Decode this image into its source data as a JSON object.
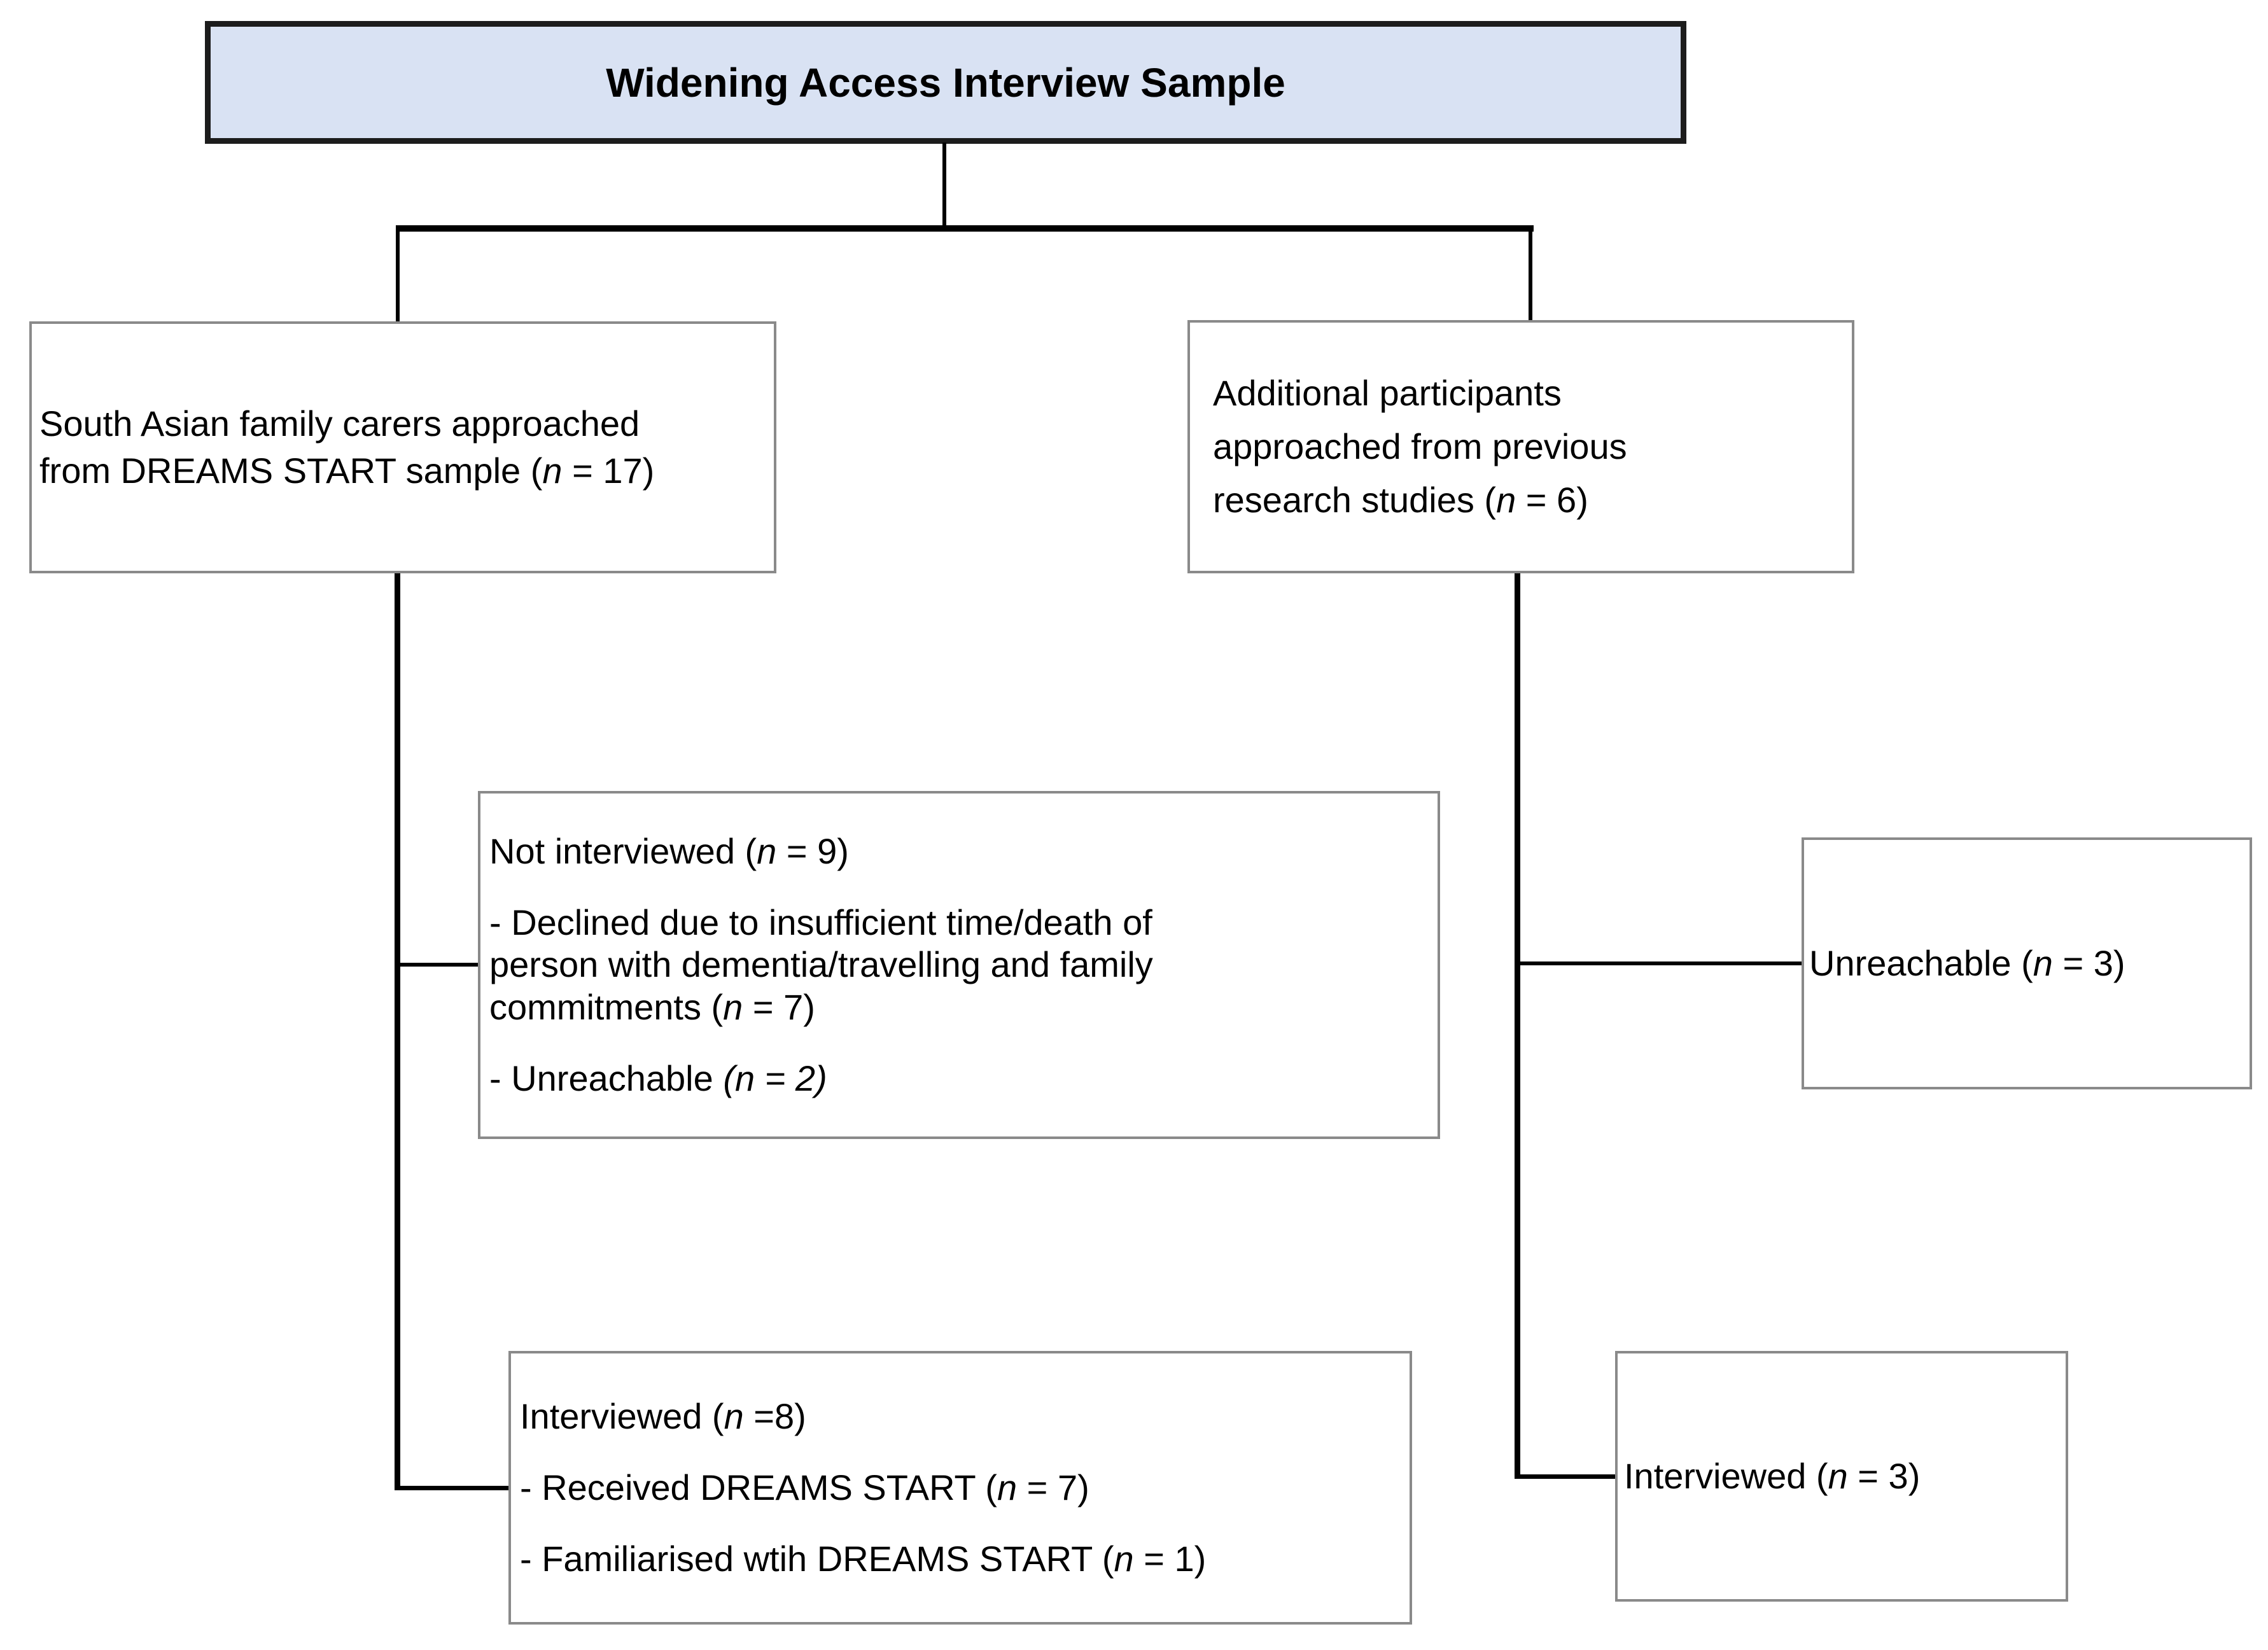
{
  "figure": {
    "title": "Widening Access Interview Sample"
  },
  "colors": {
    "title_fill": "#d9e2f3",
    "title_border": "#1c1c1c",
    "node_border": "#8a8a8a",
    "connector": "#000000",
    "text": "#000000",
    "background": "#ffffff"
  },
  "nodes": {
    "dreams_source": {
      "plain": "South Asian family carers approached from DREAMS START sample (n = 17)",
      "paras": [
        [
          [
            {
              "t": "South Asian family carers approached"
            }
          ],
          [
            {
              "t": "from DREAMS START sample ("
            },
            {
              "t": "n",
              "i": true
            },
            {
              "t": " = 17)"
            }
          ]
        ]
      ]
    },
    "additional_source": {
      "plain": "Additional participants approached from previous research studies (n = 6)",
      "paras": [
        [
          [
            {
              "t": "Additional participants"
            }
          ],
          [
            {
              "t": "approached from previous"
            }
          ],
          [
            {
              "t": "research studies ("
            },
            {
              "t": "n",
              "i": true
            },
            {
              "t": " = 6)"
            }
          ]
        ]
      ]
    },
    "not_interviewed": {
      "plain": "Not interviewed (n = 9) - Declined due to insufficient time/death of person with dementia/travelling and family commitments (n = 7) - Unreachable (n = 2)",
      "paras": [
        [
          [
            {
              "t": "Not interviewed ("
            },
            {
              "t": "n",
              "i": true
            },
            {
              "t": " = 9)"
            }
          ]
        ],
        [
          [
            {
              "t": "- Declined due to insufficient time/death of"
            }
          ],
          [
            {
              "t": "person with dementia/travelling and family"
            }
          ],
          [
            {
              "t": "commitments ("
            },
            {
              "t": "n",
              "i": true
            },
            {
              "t": " = 7)"
            }
          ]
        ],
        [
          [
            {
              "t": "- Unreachable "
            },
            {
              "t": "(n = 2)",
              "i": true
            }
          ]
        ]
      ]
    },
    "interviewed_dreams": {
      "plain": "Interviewed (n =8) - Received DREAMS START (n = 7) - Familiarised wtih DREAMS START (n = 1)",
      "paras": [
        [
          [
            {
              "t": "Interviewed ("
            },
            {
              "t": "n",
              "i": true
            },
            {
              "t": " =8)"
            }
          ]
        ],
        [
          [
            {
              "t": "- Received DREAMS START ("
            },
            {
              "t": "n",
              "i": true
            },
            {
              "t": " = 7)"
            }
          ]
        ],
        [
          [
            {
              "t": "- Familiarised wtih DREAMS START ("
            },
            {
              "t": "n",
              "i": true
            },
            {
              "t": " = 1)"
            }
          ]
        ]
      ]
    },
    "unreachable": {
      "plain": "Unreachable (n = 3)",
      "paras": [
        [
          [
            {
              "t": "Unreachable ("
            },
            {
              "t": "n",
              "i": true
            },
            {
              "t": " = 3)"
            }
          ]
        ]
      ]
    },
    "interviewed_additional": {
      "plain": "Interviewed (n = 3)",
      "paras": [
        [
          [
            {
              "t": "Interviewed ("
            },
            {
              "t": "n",
              "i": true
            },
            {
              "t": " = 3)"
            }
          ]
        ]
      ]
    }
  }
}
